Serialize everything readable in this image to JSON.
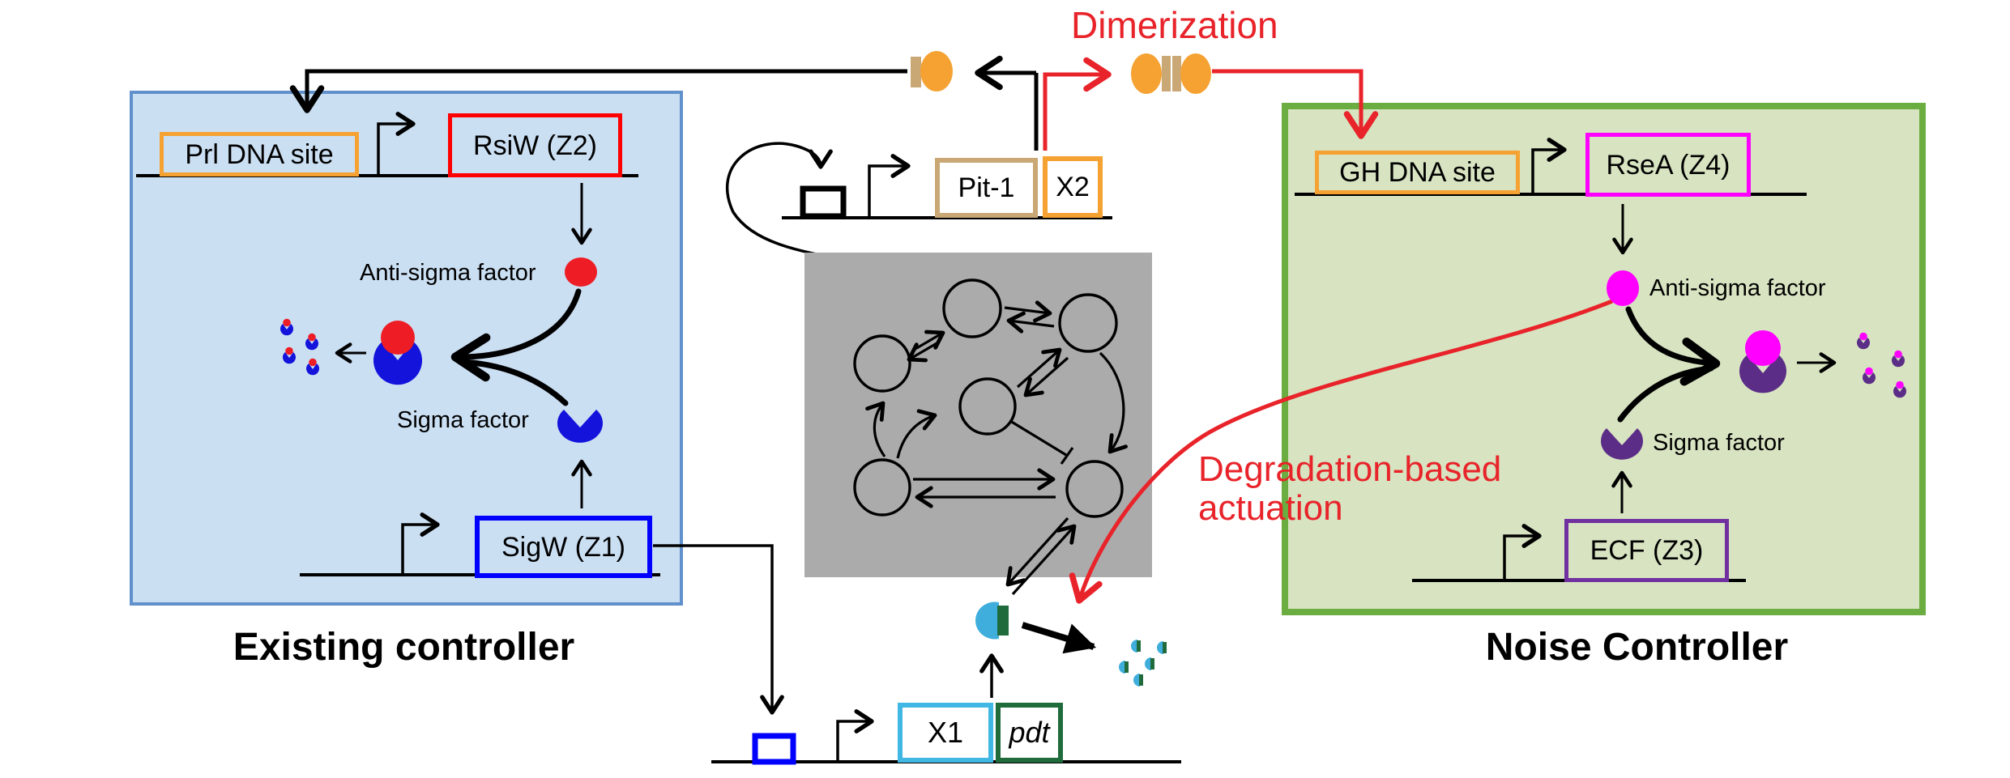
{
  "titles": {
    "left": "Existing controller",
    "right": "Noise Controller"
  },
  "annotations": {
    "dimerization": "Dimerization",
    "degradation_line1": "Degradation-based",
    "degradation_line2": "actuation"
  },
  "left_panel": {
    "dna_site": "Prl DNA site",
    "antisigma_gene": "RsiW (Z2)",
    "sigma_gene": "SigW (Z1)",
    "anti_sigma_label": "Anti-sigma factor",
    "sigma_label": "Sigma factor"
  },
  "right_panel": {
    "dna_site": "GH DNA site",
    "antisigma_gene": "RseA (Z4)",
    "sigma_gene": "ECF (Z3)",
    "anti_sigma_label": "Anti-sigma factor",
    "sigma_label": "Sigma factor"
  },
  "center": {
    "activator_gene": "Pit-1",
    "dimer_gene": "X2",
    "output_gene": "X1",
    "degradation_tag": "pdt"
  },
  "icons": {
    "monomer": "orange-monomer-protein-icon",
    "dimer": "orange-dimer-protein-icon",
    "network": "unknown-network-nodes-icon",
    "promoter": "promoter-arrow-icon",
    "inhibition": "inhibition-tbar-icon"
  },
  "colors": {
    "blue_panel_fill": "#CBDFF3",
    "blue_panel_border": "#6191CC",
    "green_panel_fill": "#D7E3C1",
    "green_panel_border": "#6BAD40",
    "orange": "#F5A233",
    "tan": "#C9A876",
    "red_box_border": "#FF0000",
    "red_annotation": "#E8232A",
    "anti_sigma_red": "#EE1C25",
    "magenta": "#FF00FF",
    "purple_border": "#7030A0",
    "sigma_purple": "#5B2D87",
    "sigma_blue": "#1313DC",
    "blue_border": "#0000FF",
    "cyan_border": "#41B8E4",
    "protein_cyan": "#3FAEDD",
    "dark_green": "#1F6B3C",
    "gray_box": "#ABABAB"
  }
}
